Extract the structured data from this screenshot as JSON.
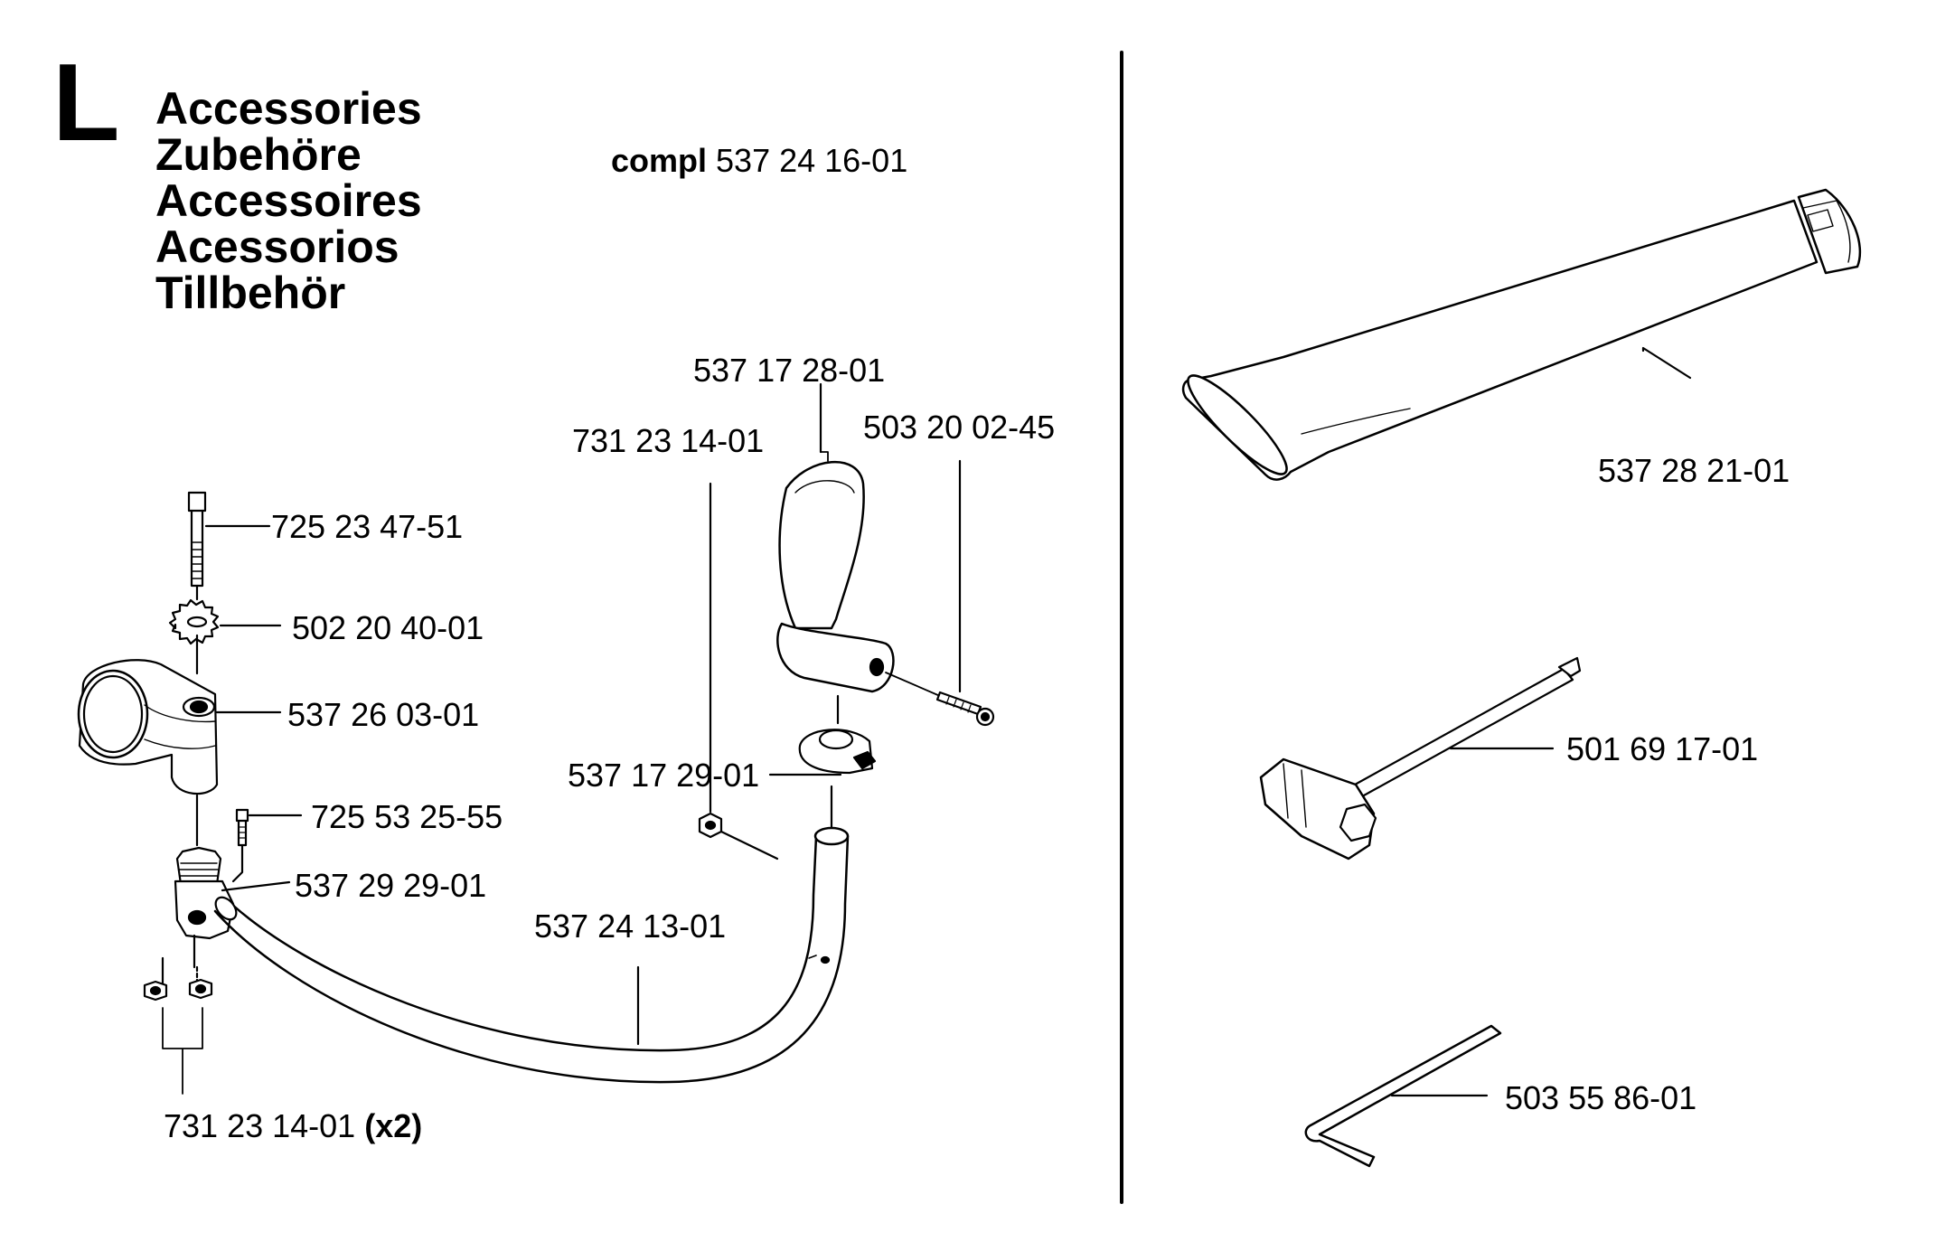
{
  "section": {
    "letter": "L",
    "titles": [
      "Accessories",
      "Zubehöre",
      "Accessoires",
      "Acessorios",
      "Tillbehör"
    ]
  },
  "complete_kit": {
    "prefix": "compl",
    "number": "537 24 16-01"
  },
  "parts": {
    "bolt": "725 23 47-51",
    "washer": "502 20 40-01",
    "clamp": "537 26 03-01",
    "screw_small": "725 53 25-55",
    "bracket": "537 29 29-01",
    "nuts_bottom": "731 23 14-01",
    "nuts_bottom_qty": "(x2)",
    "handle_bar": "537 24 13-01",
    "handle_grip": "537 17 28-01",
    "nut_grip": "731 23 14-01",
    "screw_grip": "503 20 02-45",
    "grip_clamp": "537 17 29-01",
    "blower_nozzle": "537 28 21-01",
    "combination_spanner": "501 69 17-01",
    "hex_key": "503 55 86-01"
  }
}
